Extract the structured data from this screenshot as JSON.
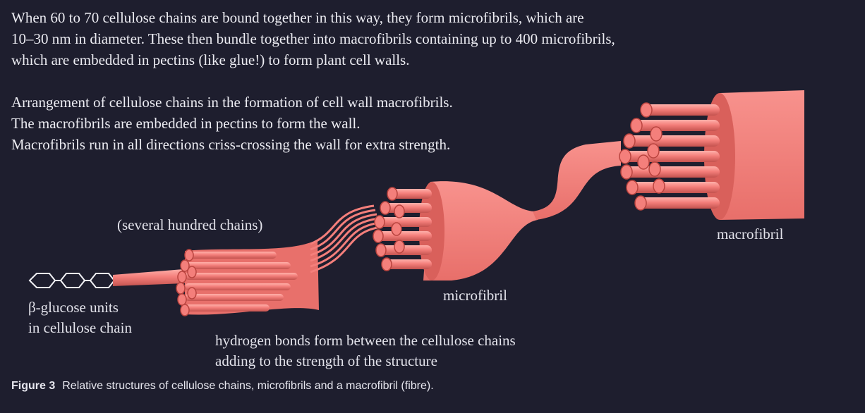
{
  "intro": {
    "lines": [
      "When 60 to 70 cellulose chains are bound together in this way, they form microfibrils, which are",
      "10–30 nm in diameter. These then bundle together into macrofibrils containing up to 400 microfibrils,",
      "which are embedded in pectins (like glue!) to form plant cell walls."
    ]
  },
  "caption_block": {
    "lines": [
      "Arrangement of cellulose chains in the formation of cell wall macrofibrils.",
      "The macrofibrils are embedded in pectins to form the wall.",
      "Macrofibrils run in all directions criss-crossing the wall for extra strength."
    ]
  },
  "labels": {
    "several_hundred": "(several hundred chains)",
    "microfibril": "microfibril",
    "macrofibril": "macrofibril",
    "glucose_line1": "β-glucose units",
    "glucose_line2": "in cellulose chain",
    "hbonds_line1": "hydrogen bonds form between the cellulose chains",
    "hbonds_line2": "adding to the strength of the structure"
  },
  "figure": {
    "number": "Figure 3",
    "text": "Relative structures of cellulose chains, microfibrils and a macrofibril (fibre)."
  },
  "colors": {
    "background": "#1e1e2e",
    "fibre": "#f47f7b",
    "fibre_dark": "#c95752",
    "fibre_light": "#ffa8a2"
  }
}
